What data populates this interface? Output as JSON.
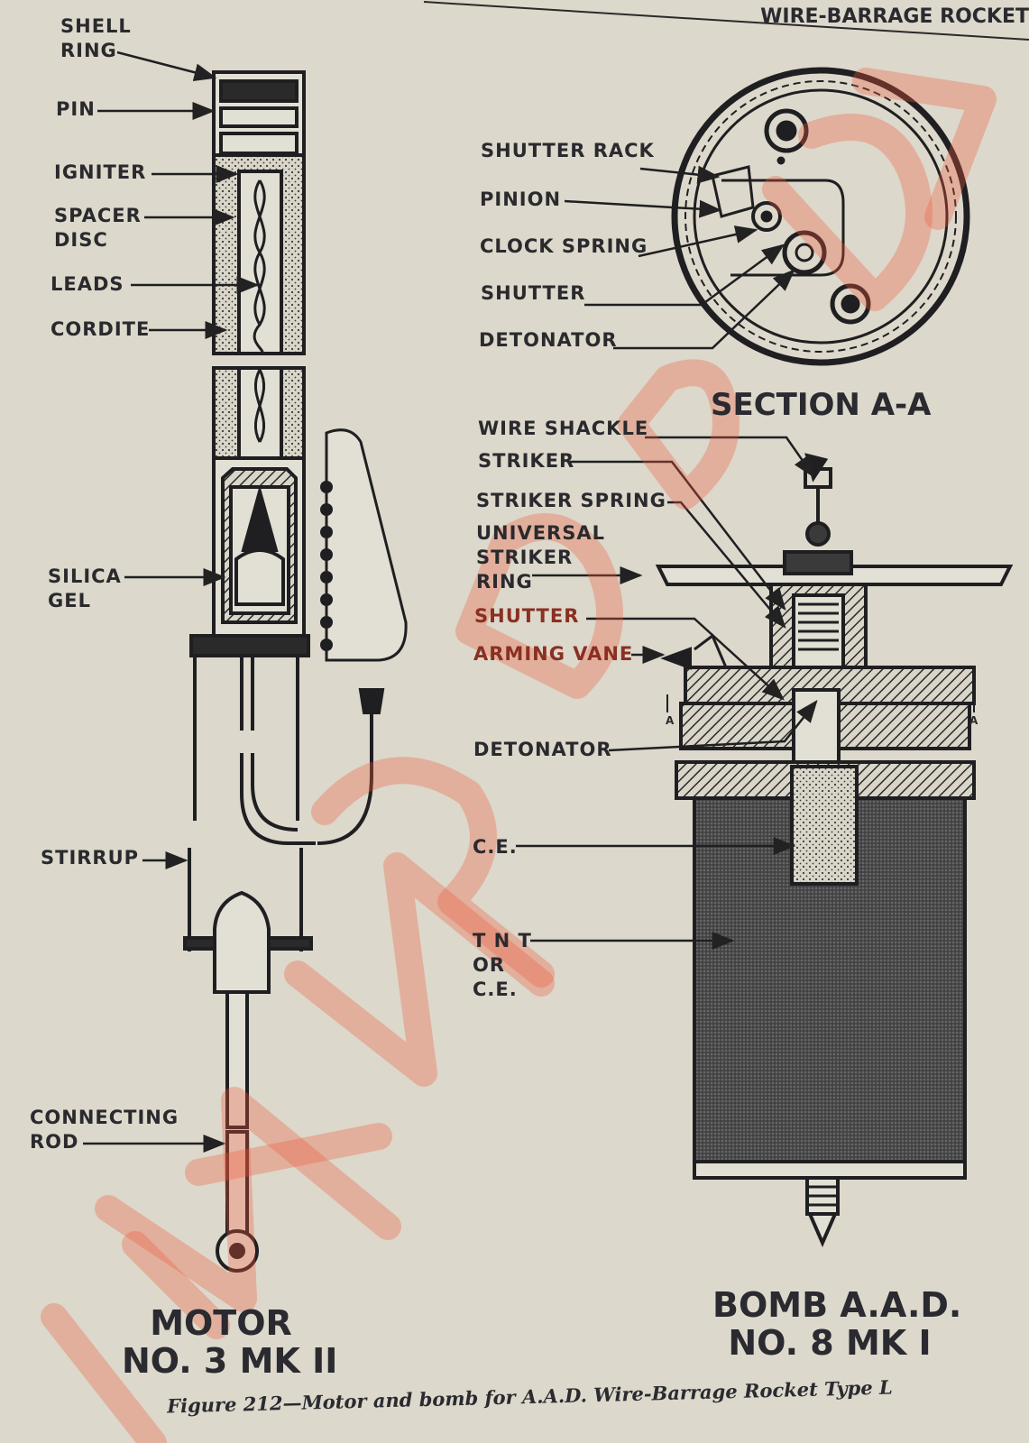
{
  "header": {
    "title": "WIRE-BARRAGE ROCKET"
  },
  "motor": {
    "labels": {
      "shell_ring": "SHELL\nRING",
      "pin": "PIN",
      "igniter": "IGNITER",
      "spacer_disc": "SPACER\nDISC",
      "leads": "LEADS",
      "cordite": "CORDITE",
      "silica_gel": "SILICA\nGEL",
      "stirrup": "STIRRUP",
      "connecting_rod": "CONNECTING\nROD"
    },
    "title": "MOTOR\nNO. 3 MK II"
  },
  "section": {
    "labels": {
      "shutter_rack": "SHUTTER RACK",
      "pinion": "PINION",
      "clock_spring": "CLOCK SPRING",
      "shutter": "SHUTTER",
      "detonator": "DETONATOR"
    },
    "title": "SECTION A-A"
  },
  "bomb": {
    "labels": {
      "wire_shackle": "WIRE SHACKLE",
      "striker": "STRIKER",
      "striker_spring": "STRIKER SPRING",
      "universal_striker_ring": "UNIVERSAL\nSTRIKER\nRING",
      "shutter": "SHUTTER",
      "arming_vane": "ARMING VANE",
      "detonator": "DETONATOR",
      "ce": "C.E.",
      "tnt_or_ce": "T N T\nOR\nC.E.",
      "section_mark_left": "A",
      "section_mark_right": "A"
    },
    "title": "BOMB A.A.D.\nNO. 8 MK I"
  },
  "caption": "Figure 212—Motor and bomb for A.A.D. Wire-Barrage Rocket Type L",
  "watermark": {
    "text": "WW2DB",
    "color": "#f05a3a"
  }
}
